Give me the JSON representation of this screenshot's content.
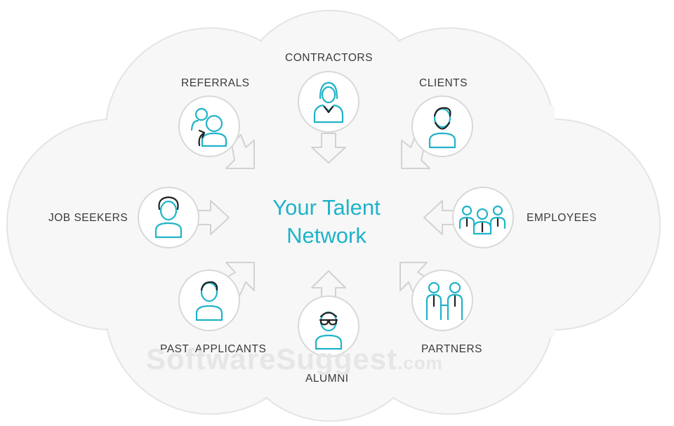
{
  "diagram": {
    "center_line1": "Your Talent",
    "center_line2": "Network",
    "nodes": {
      "contractors": "CONTRACTORS",
      "referrals": "REFERRALS",
      "clients": "CLIENTS",
      "job_seekers": "JOB SEEKERS",
      "employees": "EMPLOYEES",
      "past_applicants": "PAST  APPLICANTS",
      "partners": "PARTNERS",
      "alumni": "ALUMNI"
    }
  },
  "watermark": {
    "main": "SoftwareSuggest",
    "suffix": ".com"
  },
  "colors": {
    "accent": "#1fb3c8",
    "label": "#3a3a3a",
    "cloud": "#f7f7f7",
    "cloud_edge": "#e2e2e2",
    "icon_dark": "#222222"
  }
}
